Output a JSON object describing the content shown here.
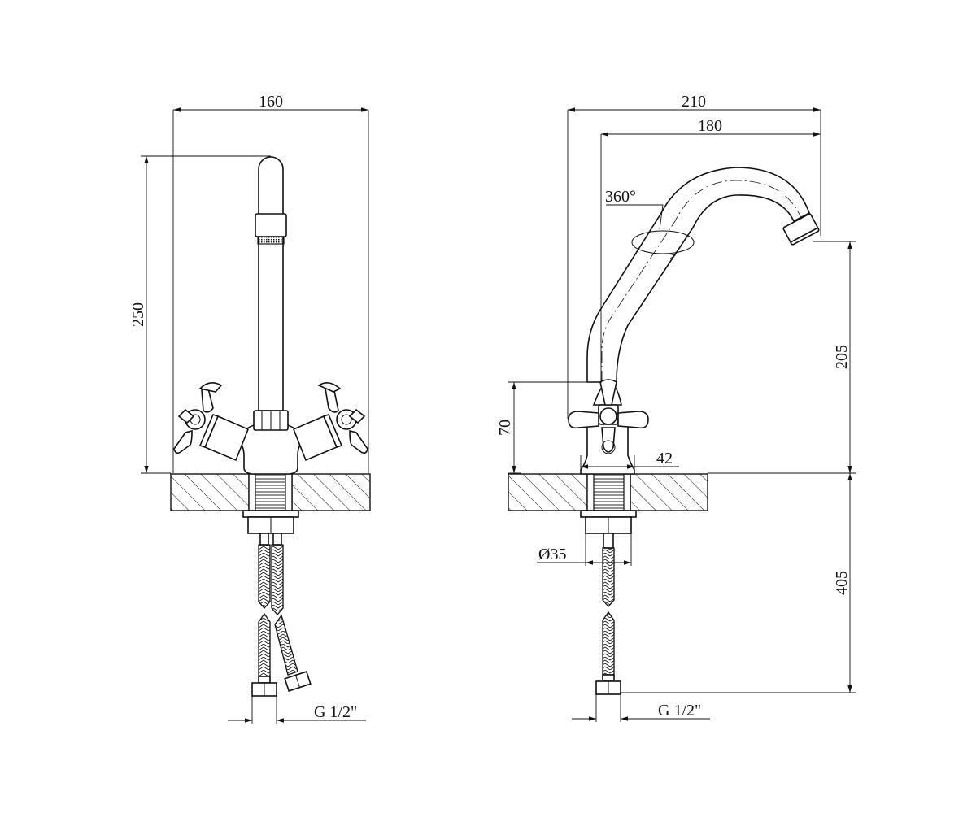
{
  "dimensions": {
    "front_width": "160",
    "front_height": "250",
    "side_width_total": "210",
    "side_width_spout": "180",
    "rotation": "360°",
    "spout_height": "205",
    "handle_height": "70",
    "base_width": "42",
    "hole_diameter": "Ø35",
    "hose_length": "405",
    "front_connection": "G 1/2\"",
    "side_connection": "G 1/2\""
  },
  "colors": {
    "line": "#111111",
    "background": "#ffffff"
  }
}
